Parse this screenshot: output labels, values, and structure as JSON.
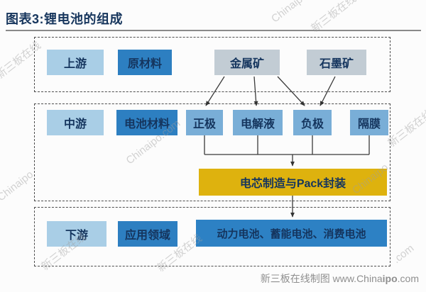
{
  "header": {
    "title": "图表3:锂电池的组成"
  },
  "rows": {
    "upstream": {
      "stage": "上游",
      "category": "原材料",
      "nodes": [
        "金属矿",
        "石墨矿"
      ]
    },
    "midstream": {
      "stage": "中游",
      "category": "电池材料",
      "nodes": [
        "正极",
        "电解液",
        "负极",
        "隔膜"
      ]
    },
    "downstream": {
      "stage": "下游",
      "category": "应用领域",
      "nodes": [
        "动力电池、蓄能电池、消费电池"
      ]
    }
  },
  "process": {
    "label": "电芯制造与Pack封装"
  },
  "edges": [
    {
      "from": "金属矿",
      "to": "正极"
    },
    {
      "from": "金属矿",
      "to": "电解液"
    },
    {
      "from": "金属矿",
      "to": "负极"
    },
    {
      "from": "石墨矿",
      "to": "负极"
    },
    {
      "from": "正极",
      "to": "电芯制造与Pack封装"
    },
    {
      "from": "电解液",
      "to": "电芯制造与Pack封装"
    },
    {
      "from": "负极",
      "to": "电芯制造与Pack封装"
    },
    {
      "from": "隔膜",
      "to": "电芯制造与Pack封装"
    },
    {
      "from": "电芯制造与Pack封装",
      "to": "动力电池、蓄能电池、消费电池"
    }
  ],
  "caption": {
    "credit": "新三板在线制图",
    "url_prefix": " www.China",
    "url_bold": "ipo",
    "url_suffix": ".com"
  },
  "watermarks": [
    {
      "text": "Chinaipo"
    },
    {
      "text": "新三板在线"
    },
    {
      "text": "新三板在线"
    },
    {
      "text": "Chinaipo.com"
    },
    {
      "text": "新三板在线"
    },
    {
      "text": "Chinaipo"
    },
    {
      "text": "新三板在线"
    },
    {
      "text": "新三板在线"
    },
    {
      "text": "Chinaipo"
    },
    {
      "text": ".com"
    }
  ],
  "colors": {
    "title_navy": "#17365d",
    "stage_light_blue": "#a9cee6",
    "category_blue": "#2d7fc1",
    "ore_gray_blue": "#c2ccd4",
    "component_blue": "#79aed7",
    "process_gold": "#deb20e",
    "apps_blue": "#2d81c4",
    "box_text_navy": "#15355e",
    "caption_gray": "#8f8f8f"
  }
}
